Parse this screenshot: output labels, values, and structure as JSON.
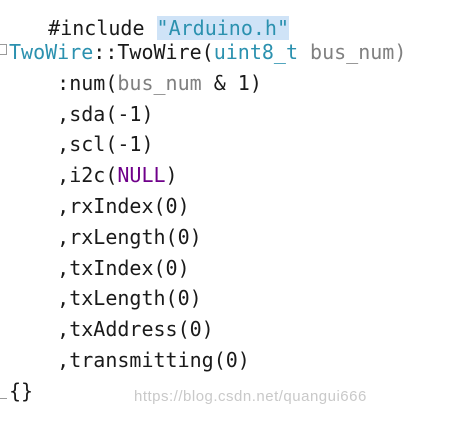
{
  "editor": {
    "top_fragment": {
      "left": "#include ",
      "highlight": "\"Arduino.h\""
    },
    "lines": [
      {
        "parts": [
          {
            "text": "TwoWire",
            "cls": "kw-type"
          },
          {
            "text": "::TwoWire(",
            "cls": "plain"
          },
          {
            "text": "uint8_t",
            "cls": "kw-type"
          },
          {
            "text": " bus_num)",
            "cls": "kw-param"
          }
        ]
      },
      {
        "parts": [
          {
            "text": "    :num(",
            "cls": "plain"
          },
          {
            "text": "bus_num",
            "cls": "kw-param"
          },
          {
            "text": " & 1)",
            "cls": "plain"
          }
        ]
      },
      {
        "parts": [
          {
            "text": "    ,sda(-1)",
            "cls": "plain"
          }
        ]
      },
      {
        "parts": [
          {
            "text": "    ,scl(-1)",
            "cls": "plain"
          }
        ]
      },
      {
        "parts": [
          {
            "text": "    ,i2c(",
            "cls": "plain"
          },
          {
            "text": "NULL",
            "cls": "kw-macro"
          },
          {
            "text": ")",
            "cls": "plain"
          }
        ]
      },
      {
        "parts": [
          {
            "text": "    ,rxIndex(0)",
            "cls": "plain"
          }
        ]
      },
      {
        "parts": [
          {
            "text": "    ,rxLength(0)",
            "cls": "plain"
          }
        ]
      },
      {
        "parts": [
          {
            "text": "    ,txIndex(0)",
            "cls": "plain"
          }
        ]
      },
      {
        "parts": [
          {
            "text": "    ,txLength(0)",
            "cls": "plain"
          }
        ]
      },
      {
        "parts": [
          {
            "text": "    ,txAddress(0)",
            "cls": "plain"
          }
        ]
      },
      {
        "parts": [
          {
            "text": "    ,transmitting(0)",
            "cls": "plain"
          }
        ]
      },
      {
        "parts": [
          {
            "text": "{}",
            "cls": "plain"
          }
        ]
      }
    ]
  },
  "watermark": "https://blog.csdn.net/quangui666"
}
